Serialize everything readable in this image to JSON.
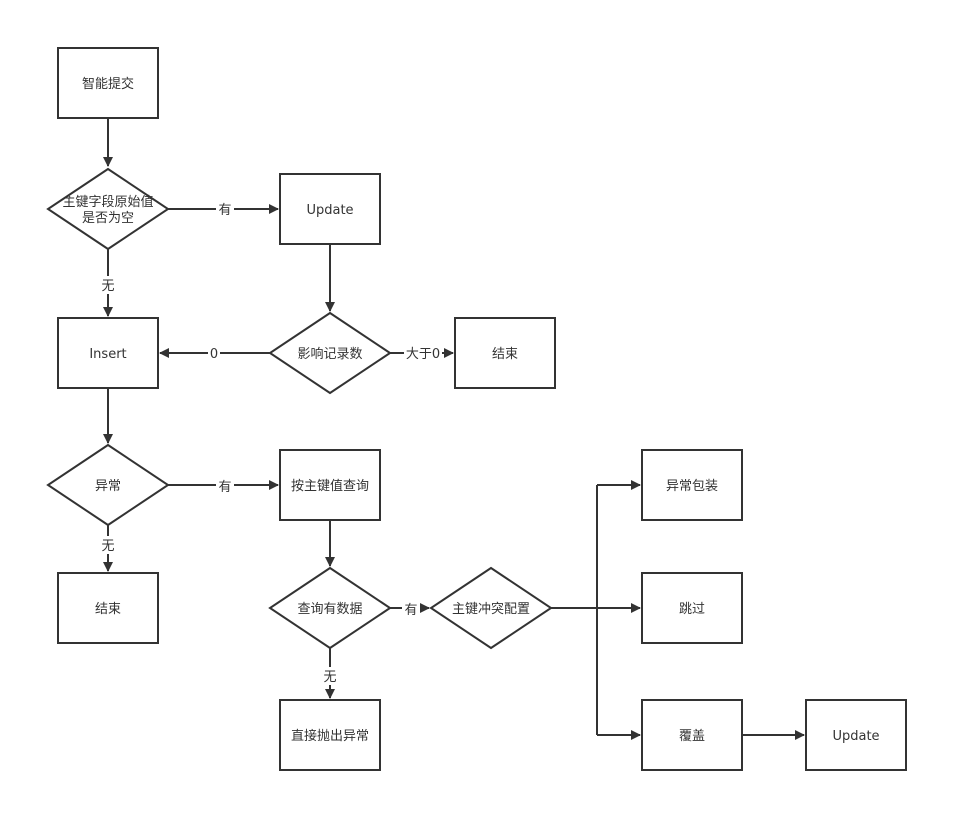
{
  "nodes": {
    "start": "智能提交",
    "pk_empty_q_line1": "主键字段原始值",
    "pk_empty_q_line2": "是否为空",
    "update1": "Update",
    "insert": "Insert",
    "affected_q": "影响记录数",
    "end1": "结束",
    "exception_q": "异常",
    "query_by_pk": "按主键值查询",
    "end2": "结束",
    "has_data_q": "查询有数据",
    "pk_conflict_q": "主键冲突配置",
    "throw_exception": "直接抛出异常",
    "wrap_exception": "异常包装",
    "skip": "跳过",
    "overwrite": "覆盖",
    "update2": "Update"
  },
  "edges": {
    "pk_yes": "有",
    "pk_no": "无",
    "affected_zero": "0",
    "affected_gt0": "大于0",
    "exc_yes": "有",
    "exc_no": "无",
    "data_yes": "有",
    "data_no": "无"
  },
  "colors": {
    "stroke": "#333333",
    "fill": "#ffffff",
    "text": "#333333"
  }
}
